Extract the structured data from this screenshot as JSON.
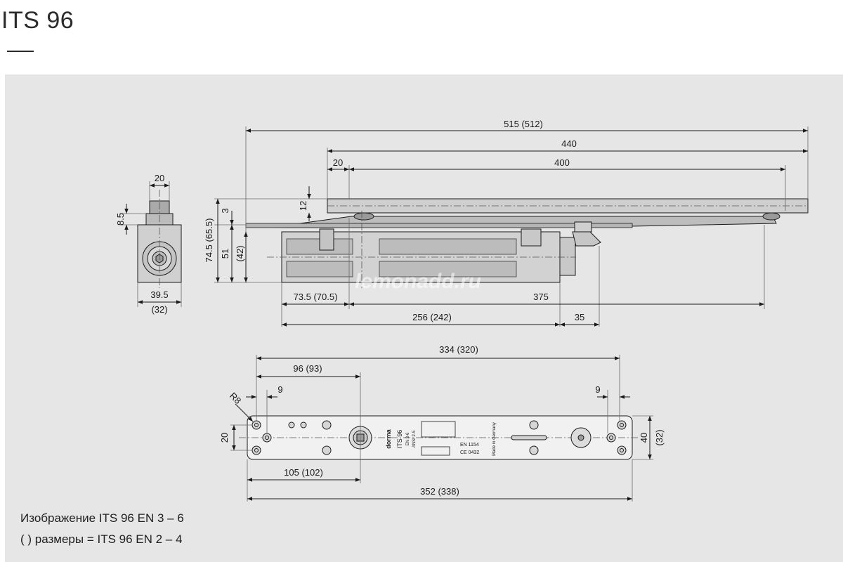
{
  "title": "ITS 96",
  "watermark": "lemonadd.ru",
  "notes": [
    "Изображение ITS 96 EN 3 – 6",
    "( ) размеры = ITS 96 EN 2 – 4"
  ],
  "dimensions": {
    "total_515": "515 (512)",
    "rail_440": "440",
    "d20_top": "20",
    "d400": "400",
    "d12": "12",
    "d3": "3",
    "d74": "74.5 (65.5)",
    "d51": "51",
    "d42": "(42)",
    "side_20": "20",
    "side_85": "8.5",
    "side_395": "39.5",
    "side_32": "(32)",
    "d73": "73.5 (70.5)",
    "d375": "375",
    "d256": "256 (242)",
    "d35": "35",
    "d334": "334 (320)",
    "d96": "96 (93)",
    "r8": "R8",
    "d9_left": "9",
    "d9_right": "9",
    "d20_plate": "20",
    "d40": "40",
    "d32_plate": "(32)",
    "d105": "105 (102)",
    "d352": "352 (338)"
  },
  "plate_text": {
    "brand": "dorma",
    "model": "ITS 96",
    "en": "EN 3-6",
    "ansi": "ANSI 2-5",
    "en1154": "EN 1154",
    "ce": "CE 0432",
    "made": "Made in Germany"
  }
}
